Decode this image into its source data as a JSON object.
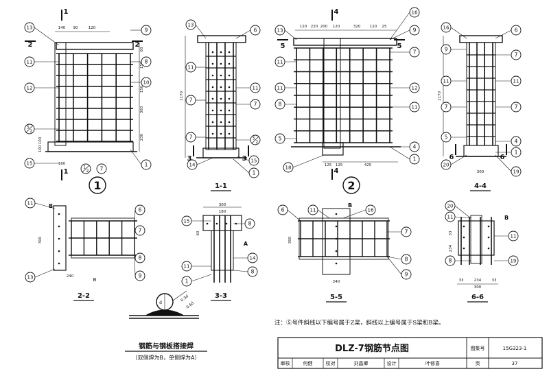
{
  "sheet": {
    "title": "DLZ-7钢筋节点图",
    "atlas_label": "图集号",
    "atlas_no": "15G323-1",
    "page_label": "页",
    "page_no": "37",
    "signoff": [
      {
        "role": "审核",
        "name": "何健"
      },
      {
        "role": "校对",
        "name": "刘昌卿"
      },
      {
        "role": "设计",
        "name": "叶修喜"
      }
    ]
  },
  "note": "注：⑤号件斜线以下编号属于Z梁，斜线以上编号属于S梁和B梁。",
  "weld": {
    "title": "钢筋与钢板搭接焊",
    "subtitle": "（双侧焊为B，单侧焊为A）",
    "dims": [
      "0.3d",
      "0.6d",
      "d"
    ]
  },
  "views": {
    "v1": {
      "label": "1",
      "sec_a": "1",
      "sec_b": "2",
      "top_dims": [
        "140",
        "90",
        "120"
      ],
      "side_dims": [
        "60",
        "150",
        "150",
        "300",
        "230"
      ],
      "left_dims": [
        "100",
        "100"
      ],
      "bottom_dims": [
        "160"
      ],
      "callouts_left": [
        "13",
        "11",
        "12",
        "5/2",
        "15"
      ],
      "callouts_right": [
        "9",
        "8",
        "10",
        "1"
      ],
      "callouts_bottom": [
        "1/2",
        "7"
      ]
    },
    "v11": {
      "label": "1-1",
      "sec": "3",
      "height_dim": "1170",
      "callouts_left": [
        "13",
        "11",
        "7",
        "7"
      ],
      "callouts_right": [
        "6",
        "11",
        "7",
        "5/2"
      ],
      "callouts_bottom": [
        "14",
        "15",
        "1"
      ]
    },
    "v2": {
      "label": "2",
      "sec_a": "4",
      "sec_b": "5",
      "top_dims": [
        "120",
        "220",
        "200",
        "120",
        "320",
        "120",
        "25"
      ],
      "bottom_dims": [
        "125",
        "125",
        "425"
      ],
      "callouts_left": [
        "13",
        "11",
        "11",
        "8",
        "5",
        "18"
      ],
      "callouts_right": [
        "16",
        "9",
        "7",
        "12",
        "11",
        "4",
        "1"
      ]
    },
    "v44": {
      "label": "4-4",
      "sec": "6",
      "height_dim": "1170",
      "bottom_dims": [
        "300"
      ],
      "callouts_left": [
        "16",
        "9",
        "11",
        "7",
        "5",
        "20"
      ],
      "callouts_right": [
        "6",
        "7",
        "11",
        "7",
        "4",
        "1",
        "19"
      ]
    },
    "v22": {
      "label": "2-2",
      "letter": "B",
      "dims": [
        "300",
        "240"
      ],
      "callouts_left": [
        "11",
        "13"
      ],
      "callouts_right": [
        "6",
        "7",
        "8",
        "9"
      ]
    },
    "v33": {
      "label": "3-3",
      "letter": "A",
      "dims": [
        "300",
        "180",
        "60"
      ],
      "callouts_left": [
        "15",
        "11",
        "1"
      ],
      "callouts_right": [
        "8",
        "14",
        "8"
      ]
    },
    "v55": {
      "label": "5-5",
      "letter": "B",
      "dims": [
        "300",
        "240"
      ],
      "callouts_left": [
        "6"
      ],
      "callouts_top": [
        "11",
        "16"
      ],
      "callouts_right": [
        "7",
        "8",
        "9"
      ]
    },
    "v66": {
      "label": "6-6",
      "letter": "B",
      "dims": [
        "33",
        "234",
        "33",
        "300"
      ],
      "callouts_left": [
        "20",
        "11",
        "8"
      ],
      "callouts_right": [
        "11",
        "19"
      ]
    }
  }
}
